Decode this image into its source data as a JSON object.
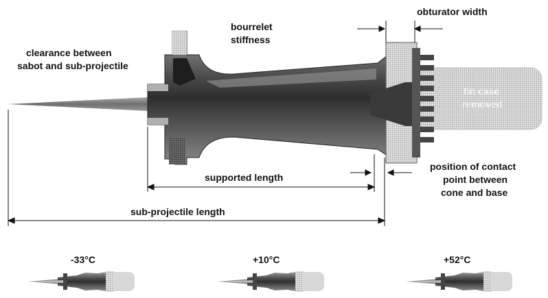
{
  "labels": {
    "clearance_line1": "clearance between",
    "clearance_line2": "sabot and sub-projectile",
    "bourrelet_line1": "bourrelet",
    "bourrelet_line2": "stiffness",
    "obturator_width": "obturator width",
    "fin_case_line1": "fin case",
    "fin_case_line2": "removed",
    "supported_length": "supported length",
    "contact_line1": "position of contact",
    "contact_line2": "point between",
    "contact_line3": "cone and base",
    "subprojectile_length": "sub-projectile length"
  },
  "temperatures": [
    {
      "label": "-33°C"
    },
    {
      "label": "+10°C"
    },
    {
      "label": "+52°C"
    }
  ],
  "colors": {
    "line": "#111111",
    "sabot_dark": "#3a3a3a",
    "sabot_mid": "#6e6e6e",
    "sabot_light": "#b8b8b8",
    "base": "#cfcfcf",
    "fin_case": "#d0d0d0",
    "penetrator": "#8a8a8a"
  }
}
